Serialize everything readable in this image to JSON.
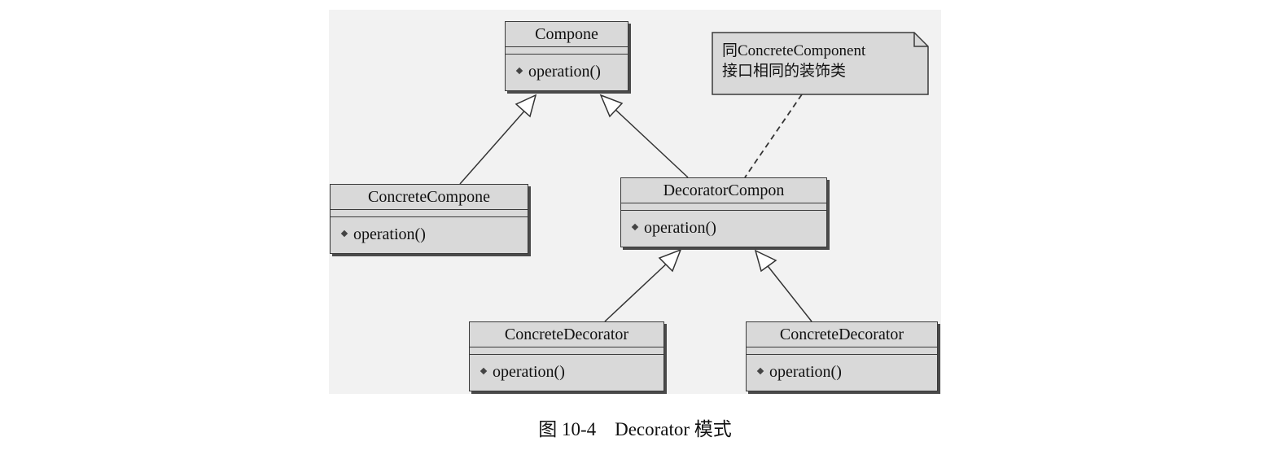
{
  "diagram": {
    "classes": {
      "component": {
        "name": "Compone",
        "operation": "operation()"
      },
      "concrete_component": {
        "name": "ConcreteCompone",
        "operation": "operation()"
      },
      "decorator": {
        "name": "DecoratorCompon",
        "operation": "operation()"
      },
      "concrete_decorator_a": {
        "name": "ConcreteDecorator",
        "operation": "operation()"
      },
      "concrete_decorator_b": {
        "name": "ConcreteDecorator",
        "operation": "operation()"
      }
    },
    "note": {
      "line1": "同ConcreteComponent",
      "line2": "接口相同的装饰类"
    },
    "colors": {
      "class_fill": "#d9d9d9",
      "note_fill": "#d9d9d9",
      "background": "#f2f2f2",
      "stroke": "#3a3a3a"
    }
  },
  "caption": "图 10-4　Decorator 模式"
}
